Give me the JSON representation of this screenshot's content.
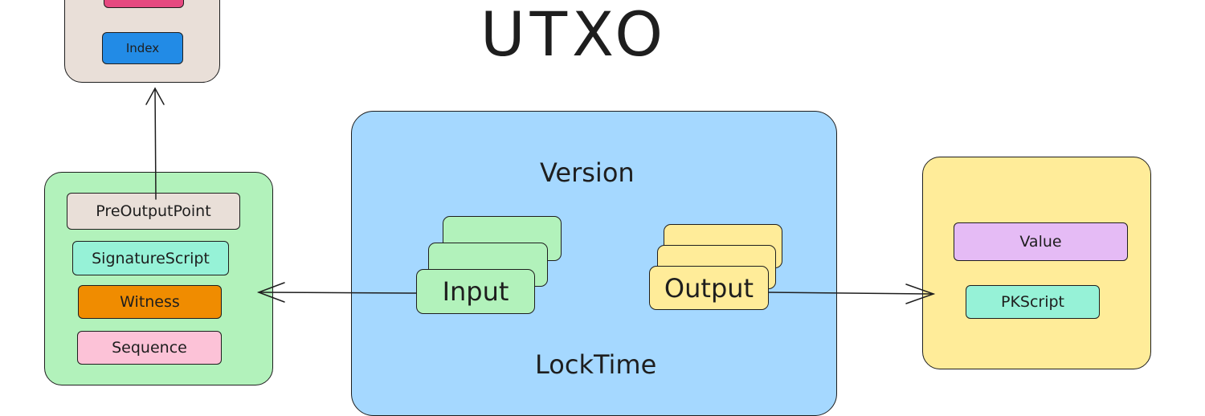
{
  "title": "UTXO",
  "colors": {
    "outpoint_panel": "#e9dfd8",
    "input_panel": "#b2f2bb",
    "tx_panel": "#a5d8ff",
    "output_panel": "#ffec99",
    "index_chip": "#228be6",
    "hash_chip": "#e64980",
    "signature_chip": "#96f2d7",
    "witness_chip": "#f08c00",
    "sequence_chip": "#fcc2d7",
    "value_chip": "#e5bbf5",
    "pkscript_chip": "#96f2d7"
  },
  "outpoint": {
    "index_label": "Index"
  },
  "input_fields": {
    "pre_output_point": "PreOutputPoint",
    "signature_script": "SignatureScript",
    "witness": "Witness",
    "sequence": "Sequence"
  },
  "transaction": {
    "version": "Version",
    "inputs_label": "Input",
    "outputs_label": "Output",
    "lock_time": "LockTime"
  },
  "output_fields": {
    "value": "Value",
    "pk_script": "PKScript"
  }
}
